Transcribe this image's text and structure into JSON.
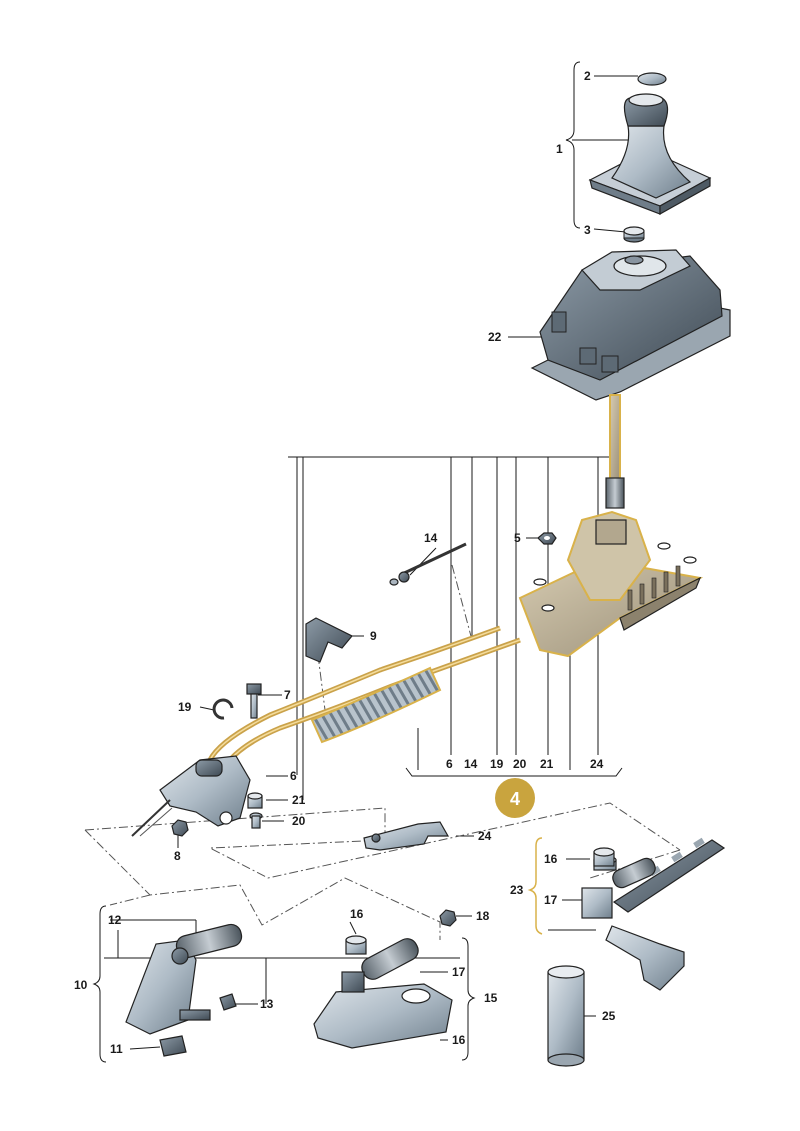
{
  "callouts": {
    "n1": "1",
    "n2": "2",
    "n3": "3",
    "n5": "5",
    "n6a": "6",
    "n6b": "6",
    "n7": "7",
    "n8": "8",
    "n9": "9",
    "n10": "10",
    "n11": "11",
    "n12": "12",
    "n13": "13",
    "n14a": "14",
    "n14b": "14",
    "n15": "15",
    "n16a": "16",
    "n16b": "16",
    "n16c": "16",
    "n17a": "17",
    "n17b": "17",
    "n18": "18",
    "n19a": "19",
    "n19b": "19",
    "n20a": "20",
    "n20b": "20",
    "n21a": "21",
    "n21b": "21",
    "n22": "22",
    "n23": "23",
    "n24a": "24",
    "n24b": "24",
    "n25": "25"
  },
  "assembly_badge": {
    "label": "4",
    "color": "#c9a43e"
  },
  "colors": {
    "highlight": "#d9b24a",
    "part_fill": "#b9c4ce",
    "part_dark": "#6d7d8a",
    "line": "#1a1a1a"
  }
}
